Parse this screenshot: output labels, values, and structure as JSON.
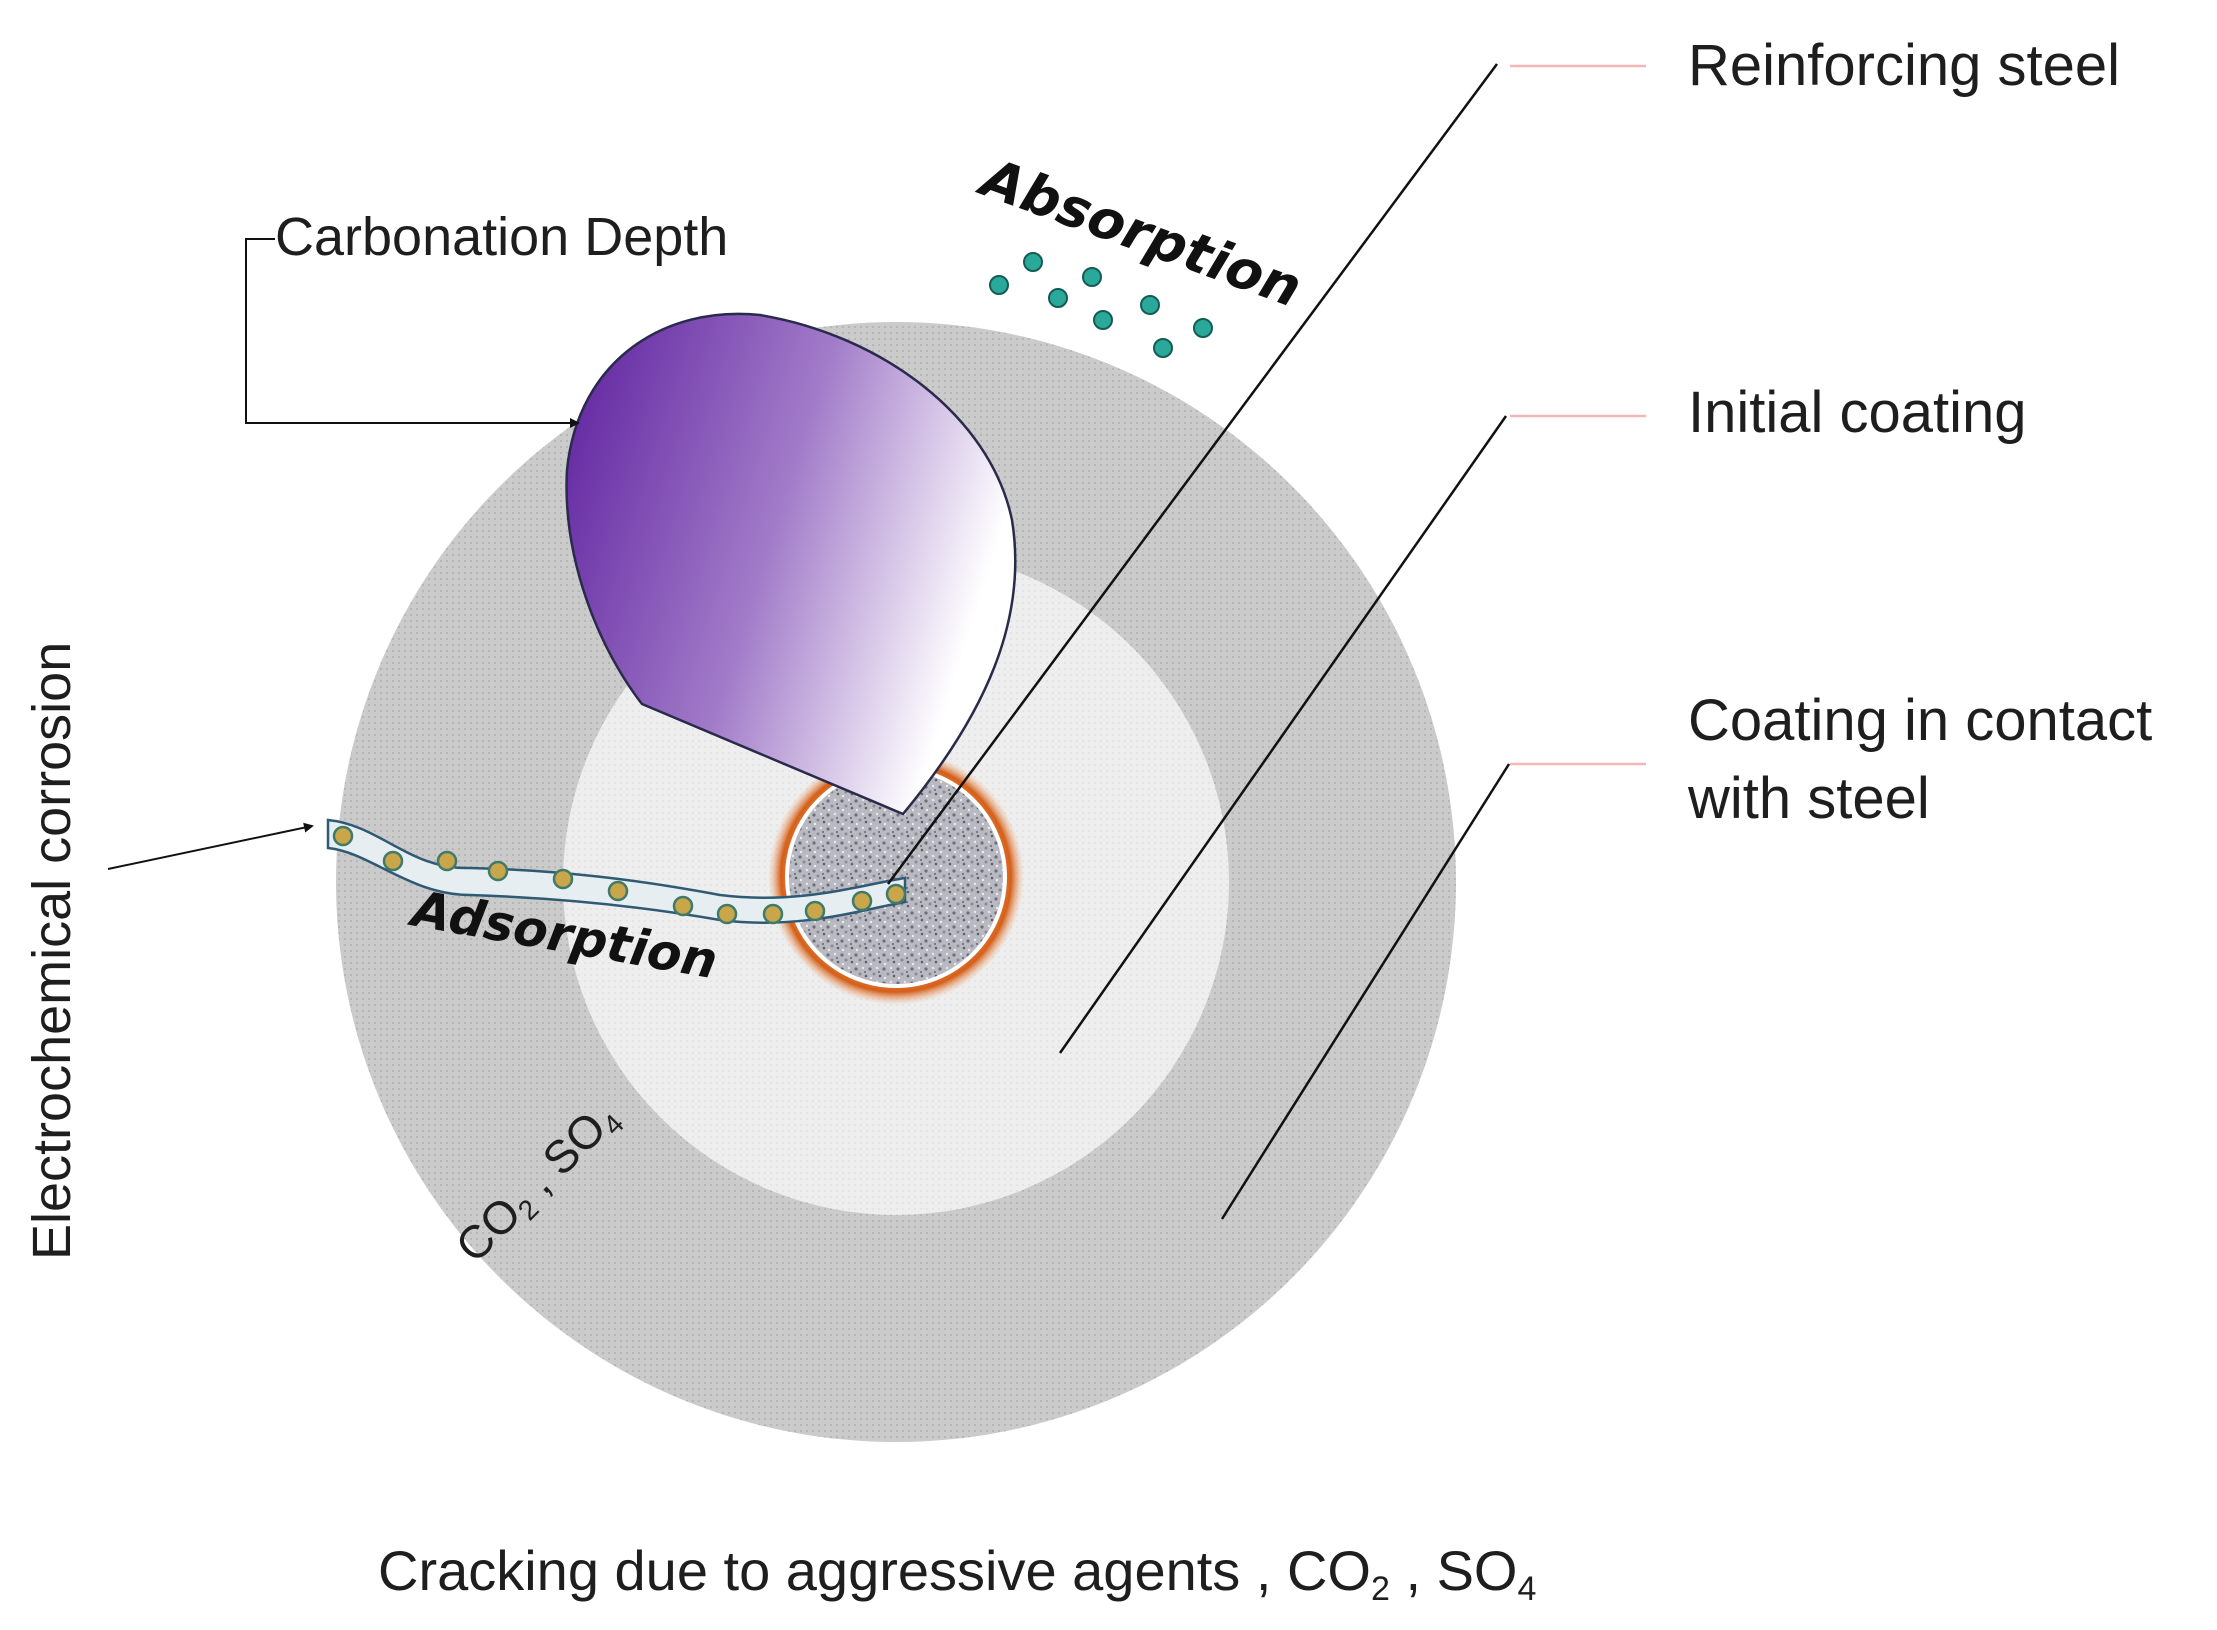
{
  "labels": {
    "carbonation_depth": "Carbonation Depth",
    "absorption": "Absorption",
    "adsorption": "Adsorption",
    "electrochemical_corrosion": "Electrochemical corrosion",
    "reinforcing_steel": "Reinforcing steel",
    "initial_coating": "Initial coating",
    "coating_contact_line1": "Coating in contact",
    "coating_contact_line2": "with steel",
    "co2_so4_inner": {
      "c": "CO",
      "sub2": "2",
      "sep": " , SO",
      "sub4": "4"
    },
    "cracking": {
      "text": "Cracking due to aggressive agents , CO",
      "sub2": "2",
      "sep": " , SO",
      "sub4": "4"
    }
  },
  "colors": {
    "outer_ring": "#c9c9c9",
    "inner_disk": "#ececec",
    "steel_core": "#b8b8c0",
    "rust_halo": "#d9691e",
    "drop_dark": "#6a2aa8",
    "drop_light": "#ffffff",
    "absorption_dot": "#2aa89a",
    "adsorption_dot": "#c9a64a",
    "leader_pink": "#f4b6b6"
  }
}
